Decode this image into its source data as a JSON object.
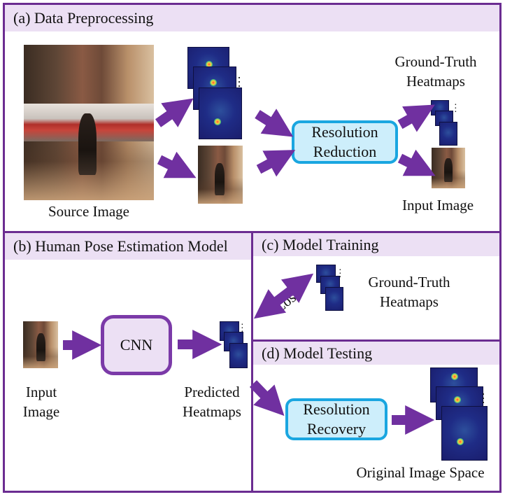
{
  "panels": {
    "a": {
      "title": "(a) Data Preprocessing"
    },
    "b": {
      "title": "(b) Human Pose Estimation Model"
    },
    "c": {
      "title": "(c) Model Training"
    },
    "d": {
      "title": "(d) Model Testing"
    }
  },
  "preprocessing": {
    "source_label": "Source Image",
    "box_line1": "Resolution",
    "box_line2": "Reduction",
    "gt_line1": "Ground-Truth",
    "gt_line2": "Heatmaps",
    "input_label": "Input Image"
  },
  "model": {
    "input_line1": "Input",
    "input_line2": "Image",
    "cnn_label": "CNN",
    "pred_line1": "Predicted",
    "pred_line2": "Heatmaps"
  },
  "training": {
    "loss_label": "Loss",
    "gt_line1": "Ground-Truth",
    "gt_line2": "Heatmaps"
  },
  "testing": {
    "box_line1": "Resolution",
    "box_line2": "Recovery",
    "output_label": "Original Image Space"
  },
  "colors": {
    "border": "#6b2c91",
    "header_bg": "#ece0f4",
    "arrow": "#7030a0",
    "box_blue_border": "#1aa6e0",
    "box_blue_fill": "#cdeefb"
  }
}
